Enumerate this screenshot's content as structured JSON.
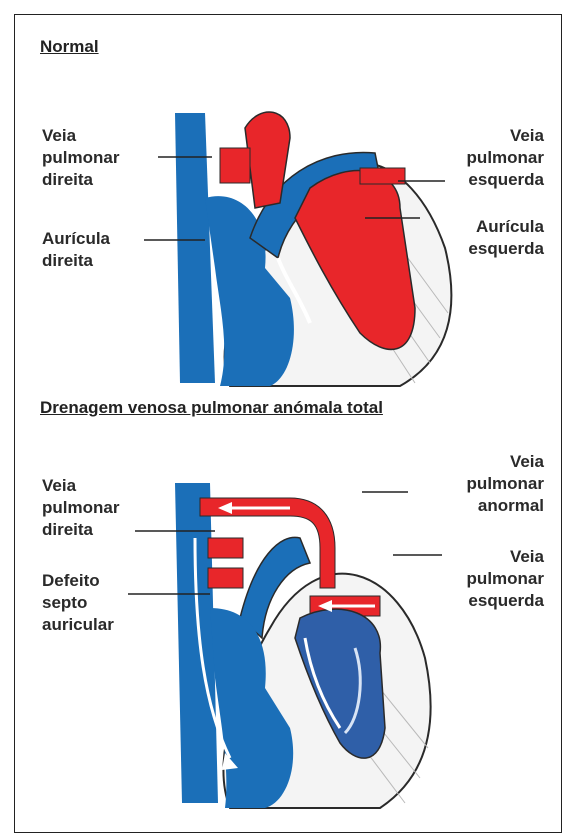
{
  "sections": {
    "normal": {
      "title": "Normal",
      "labels": {
        "right_pulmonary_vein": [
          "Veia",
          "pulmonar",
          "direita"
        ],
        "right_atrium": [
          "Aurícula",
          "direita"
        ],
        "left_pulmonary_vein": [
          "Veia",
          "pulmonar",
          "esquerda"
        ],
        "left_atrium": [
          "Aurícula",
          "esquerda"
        ]
      }
    },
    "anomalous": {
      "title": "Drenagem venosa pulmonar anómala total",
      "labels": {
        "right_pulmonary_vein": [
          "Veia",
          "pulmonar",
          "direita"
        ],
        "septal_defect": [
          "Defeito",
          "septo",
          "auricular"
        ],
        "abnormal_pulmonary_vein": [
          "Veia",
          "pulmonar",
          "anormal"
        ],
        "left_pulmonary_vein": [
          "Veia",
          "pulmonar",
          "esquerda"
        ]
      }
    }
  },
  "colors": {
    "oxygenated": "#e8262a",
    "deoxygenated": "#1b6fb8",
    "mixed": "#2f5fa8",
    "outline": "#2a2a2a"
  }
}
